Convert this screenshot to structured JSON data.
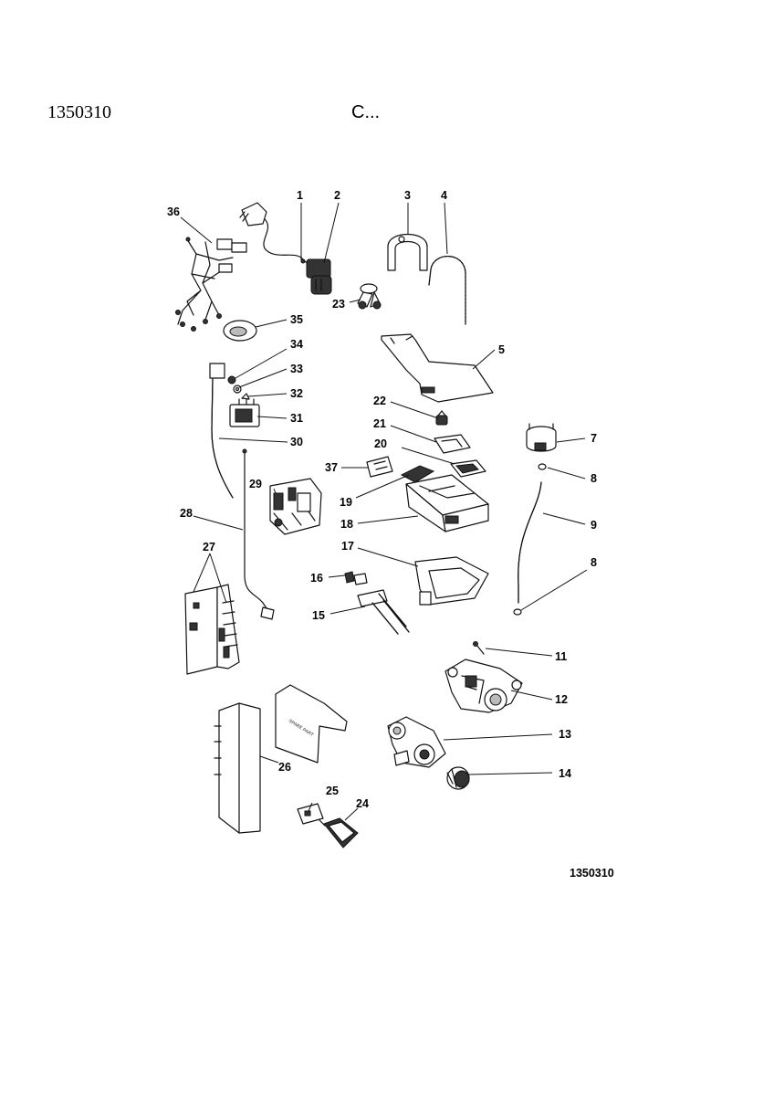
{
  "header": {
    "code": "1350310",
    "section": "C..."
  },
  "diagram": {
    "reference": "1350310",
    "callouts": [
      "1",
      "2",
      "3",
      "4",
      "5",
      "7",
      "8",
      "9",
      "8",
      "11",
      "12",
      "13",
      "14",
      "15",
      "16",
      "17",
      "18",
      "19",
      "20",
      "21",
      "22",
      "23",
      "24",
      "25",
      "26",
      "27",
      "28",
      "29",
      "30",
      "31",
      "32",
      "33",
      "34",
      "35",
      "36",
      "37"
    ],
    "part_texts": {
      "panel_26": "SPARE PART"
    }
  }
}
